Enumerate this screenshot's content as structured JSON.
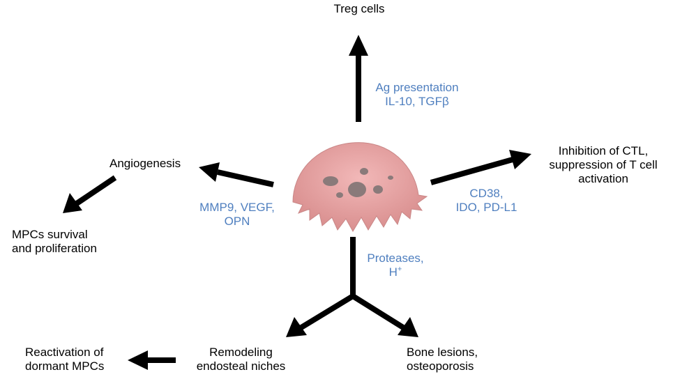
{
  "colors": {
    "arrow": "#000000",
    "mediator_text": "#4f7fbf",
    "outcome_text": "#000000",
    "cell_fill": "#e8a3a3",
    "cell_shadow": "#c98787",
    "nucleus": "#8a7a7a"
  },
  "cell": {
    "icon": "myeloma-cell-icon"
  },
  "outcomes": {
    "treg": "Treg cells",
    "ctl": [
      "Inhibition of CTL,",
      "suppression of T cell",
      "activation"
    ],
    "angiogenesis": "Angiogenesis",
    "mpc_survival": [
      "MPCs survival",
      "and proliferation"
    ],
    "remodeling": [
      "Remodeling",
      "endosteal niches"
    ],
    "bone": [
      "Bone lesions,",
      "osteoporosis"
    ],
    "reactivation": [
      "Reactivation of",
      "dormant MPCs"
    ]
  },
  "mediators": {
    "treg": [
      "Ag presentation",
      "IL-10, TGFβ"
    ],
    "ctl": [
      "CD38,",
      "IDO, PD-L1"
    ],
    "angiogenesis": [
      "MMP9, VEGF,",
      "OPN"
    ],
    "bone_line1": "Proteases,",
    "bone_line2_base": "H",
    "bone_line2_sup": "+"
  }
}
